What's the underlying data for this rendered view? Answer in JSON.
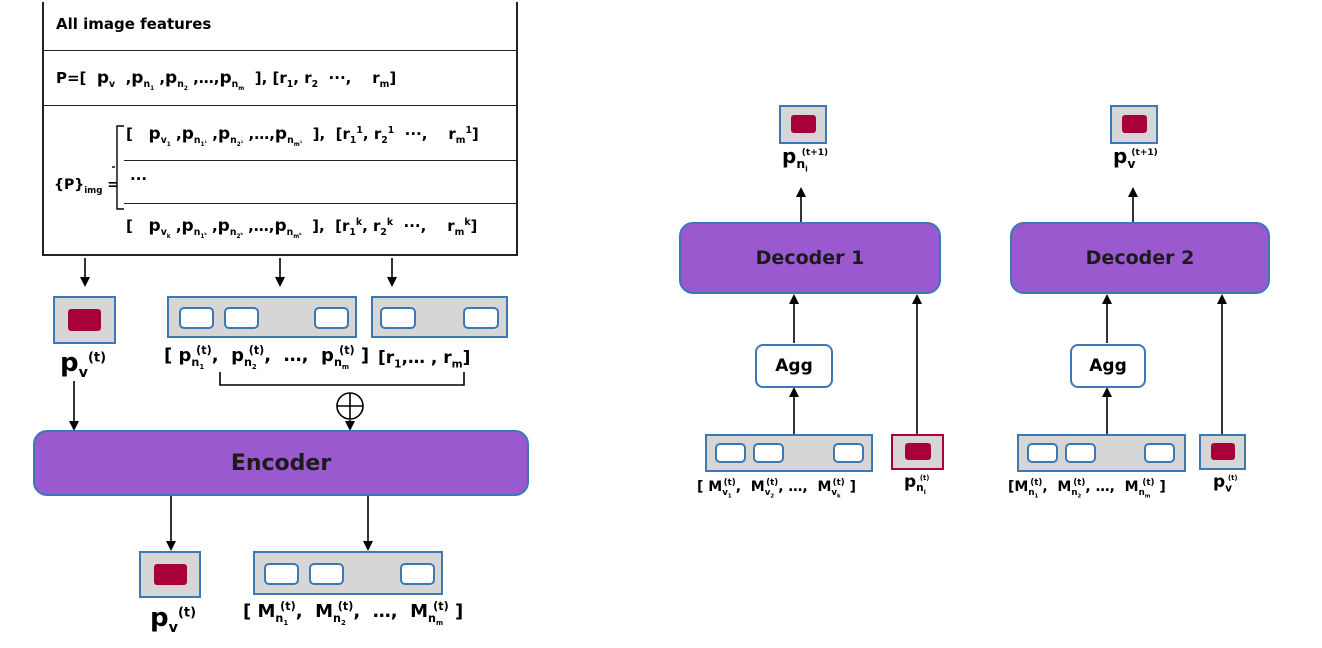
{
  "features_box": {
    "title": "All image features",
    "p_label": "P=[",
    "p_v": "p",
    "p_v_sub": "v",
    "p_n": "p",
    "n_sub": "n",
    "sub1": "1",
    "sub2": "2",
    "subm": "m",
    "comma": ",",
    "ellipsis": "…",
    "dots": "···",
    "r_open": "[r",
    "r": "r",
    "close": "]",
    "img_label": "{P}",
    "img_sub": "img",
    "equals": "=",
    "sup1": "1",
    "supk": "k",
    "vk_sub": "k",
    "v1_sub": "1"
  },
  "left": {
    "pv_t_label": "p",
    "pv_sub": "v",
    "t_sup": "(t)",
    "pn_list_open": "[ p",
    "pn_sub_n": "n",
    "sub1": "1",
    "sub2": "2",
    "subm": "m",
    "comma": ",",
    "ellipsis": "…",
    "close": "]",
    "r_list": "[r",
    "r_list_mid": ",… , r",
    "oplus": "⊕",
    "encoder_label": "Encoder",
    "out_pv": "p",
    "m_list_open": "[ M",
    "m_char": "M"
  },
  "decoder1": {
    "label": "Decoder 1",
    "agg": "Agg",
    "out_p": "p",
    "out_sub": "n",
    "out_sub_i": "i",
    "out_sup": "(t+1)",
    "in_open": "[ M",
    "v_sub": "v",
    "sub1": "1",
    "sub2": "2",
    "subk": "k",
    "in_p": "p",
    "in_p_sub": "n",
    "in_p_i": "i",
    "t_sup": "(t)"
  },
  "decoder2": {
    "label": "Decoder 2",
    "agg": "Agg",
    "out_p": "p",
    "out_sub": "v",
    "out_sup": "(t+1)",
    "in_open": "[M",
    "n_sub": "n",
    "sub1": "1",
    "sub2": "2",
    "subm": "m",
    "in_p": "p",
    "in_p_sub": "v",
    "t_sup": "(t)"
  },
  "colors": {
    "red": "#a8003a",
    "purple": "#9b59d0",
    "blue_border": "#3b78b4",
    "vector_fill": "#d6d6d6"
  }
}
